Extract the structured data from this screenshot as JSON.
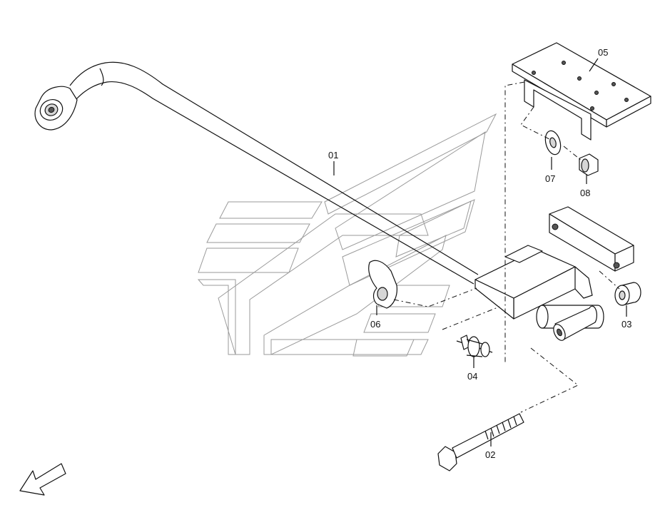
{
  "parts": [
    {
      "id": "01",
      "name": "stabilizer-bar"
    },
    {
      "id": "02",
      "name": "bolt"
    },
    {
      "id": "03",
      "name": "bushing"
    },
    {
      "id": "04",
      "name": "rubber-mount"
    },
    {
      "id": "05",
      "name": "mounting-plate"
    },
    {
      "id": "06",
      "name": "clamp"
    },
    {
      "id": "07",
      "name": "washer"
    },
    {
      "id": "08",
      "name": "nut"
    }
  ],
  "labels": {
    "p01": "01",
    "p02": "02",
    "p03": "03",
    "p04": "04",
    "p05": "05",
    "p06": "06",
    "p07": "07",
    "p08": "08"
  },
  "direction_arrow": {
    "icon": "direction-arrow-icon"
  },
  "watermark": {
    "icon": "logo-watermark-icon"
  },
  "colors": {
    "line": "#111111",
    "watermark": "#9a9a9a",
    "background": "#ffffff"
  }
}
